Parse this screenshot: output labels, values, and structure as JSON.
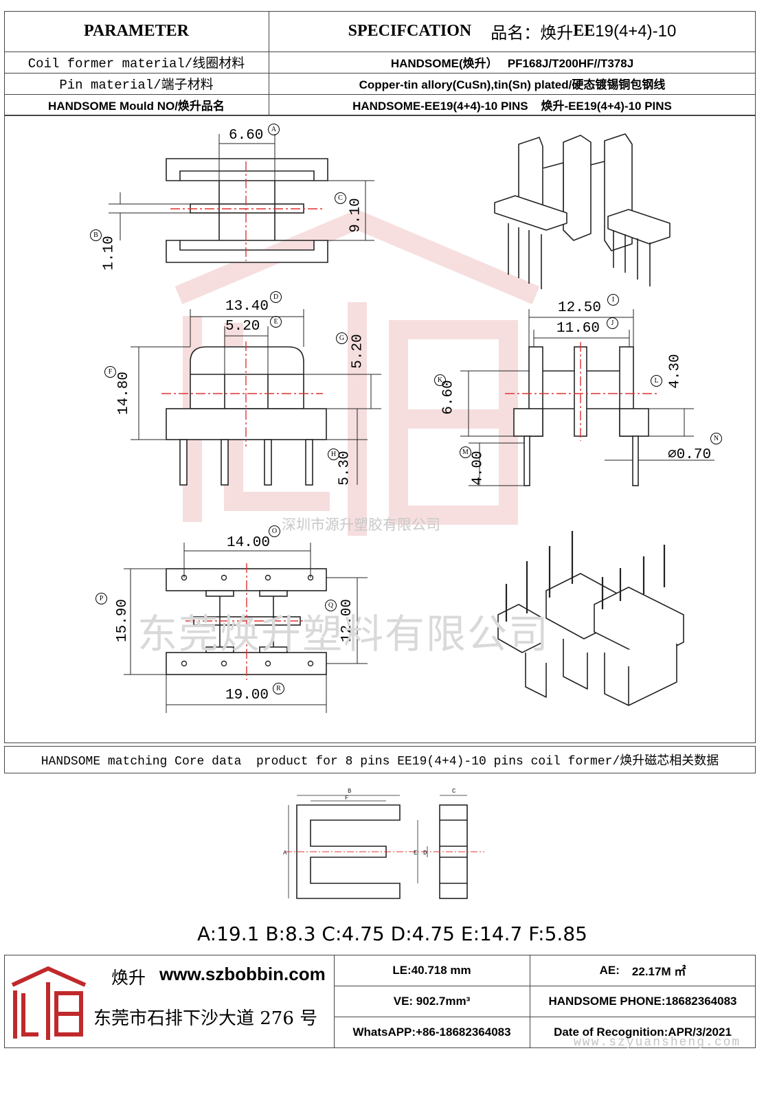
{
  "header": {
    "parameter_label": "PARAMETER",
    "spec_label": "SPECIFCATION",
    "product_name_label": "品名：焕升",
    "product_name_bold": "EE",
    "product_name_rest": "19(4+4)-10"
  },
  "rows": [
    {
      "param": "Coil former material/线圈材料",
      "value": "HANDSOME(焕升）   PF168J/T200HF//T378J"
    },
    {
      "param": "Pin material/端子材料",
      "value": "Copper-tin allory(CuSn),tin(Sn) plated/硬态镀锡铜包钢线"
    },
    {
      "param": "HANDSOME Mould NO/焕升品名",
      "value": "HANDSOME-EE19(4+4)-10 PINS    焕升-EE19(4+4)-10 PINS"
    }
  ],
  "dimensions": {
    "A": "6.60",
    "B": "1.10",
    "C": "9.10",
    "D": "13.40",
    "E": "5.20",
    "F": "14.80",
    "G": "5.20",
    "H": "5.30",
    "I": "12.50",
    "J": "11.60",
    "K": "6.60",
    "L": "4.30",
    "M": "4.00",
    "N": "⌀0.70",
    "O": "14.00",
    "P": "15.90",
    "Q": "12.00",
    "R": "19.00"
  },
  "markers": [
    "A",
    "B",
    "C",
    "D",
    "E",
    "F",
    "G",
    "H",
    "I",
    "J",
    "K",
    "L",
    "M",
    "N",
    "O",
    "P",
    "Q",
    "R"
  ],
  "watermark": {
    "line1": "深圳市源升塑胶有限公司",
    "line2": "东莞焕升塑料有限公司",
    "url": "www.szyuansheng.com"
  },
  "core_section": {
    "title": "HANDSOME matching Core data  product for 8 pins EE19(4+4)-10 pins coil former/焕升磁芯相关数据",
    "core_labels": [
      "A",
      "B",
      "C",
      "D",
      "E",
      "F"
    ],
    "values": "A:19.1 B:8.3 C:4.75 D:4.75 E:14.7 F:5.85"
  },
  "footer": {
    "brand": "焕升",
    "website": "www.szbobbin.com",
    "address": "东莞市石排下沙大道 276 号",
    "logo_text": "焕升",
    "le": "LE:40.718 mm",
    "ae_label": "AE:",
    "ae_value": "22.17M ㎡",
    "ve": "VE: 902.7mm³",
    "phone": "HANDSOME PHONE:18682364083",
    "whatsapp": "WhatsAPP:+86-18682364083",
    "date": "Date of Recognition:APR/3/2021"
  },
  "colors": {
    "border": "#444444",
    "centerline": "#e03030",
    "watermark": "#e8a0a0"
  }
}
